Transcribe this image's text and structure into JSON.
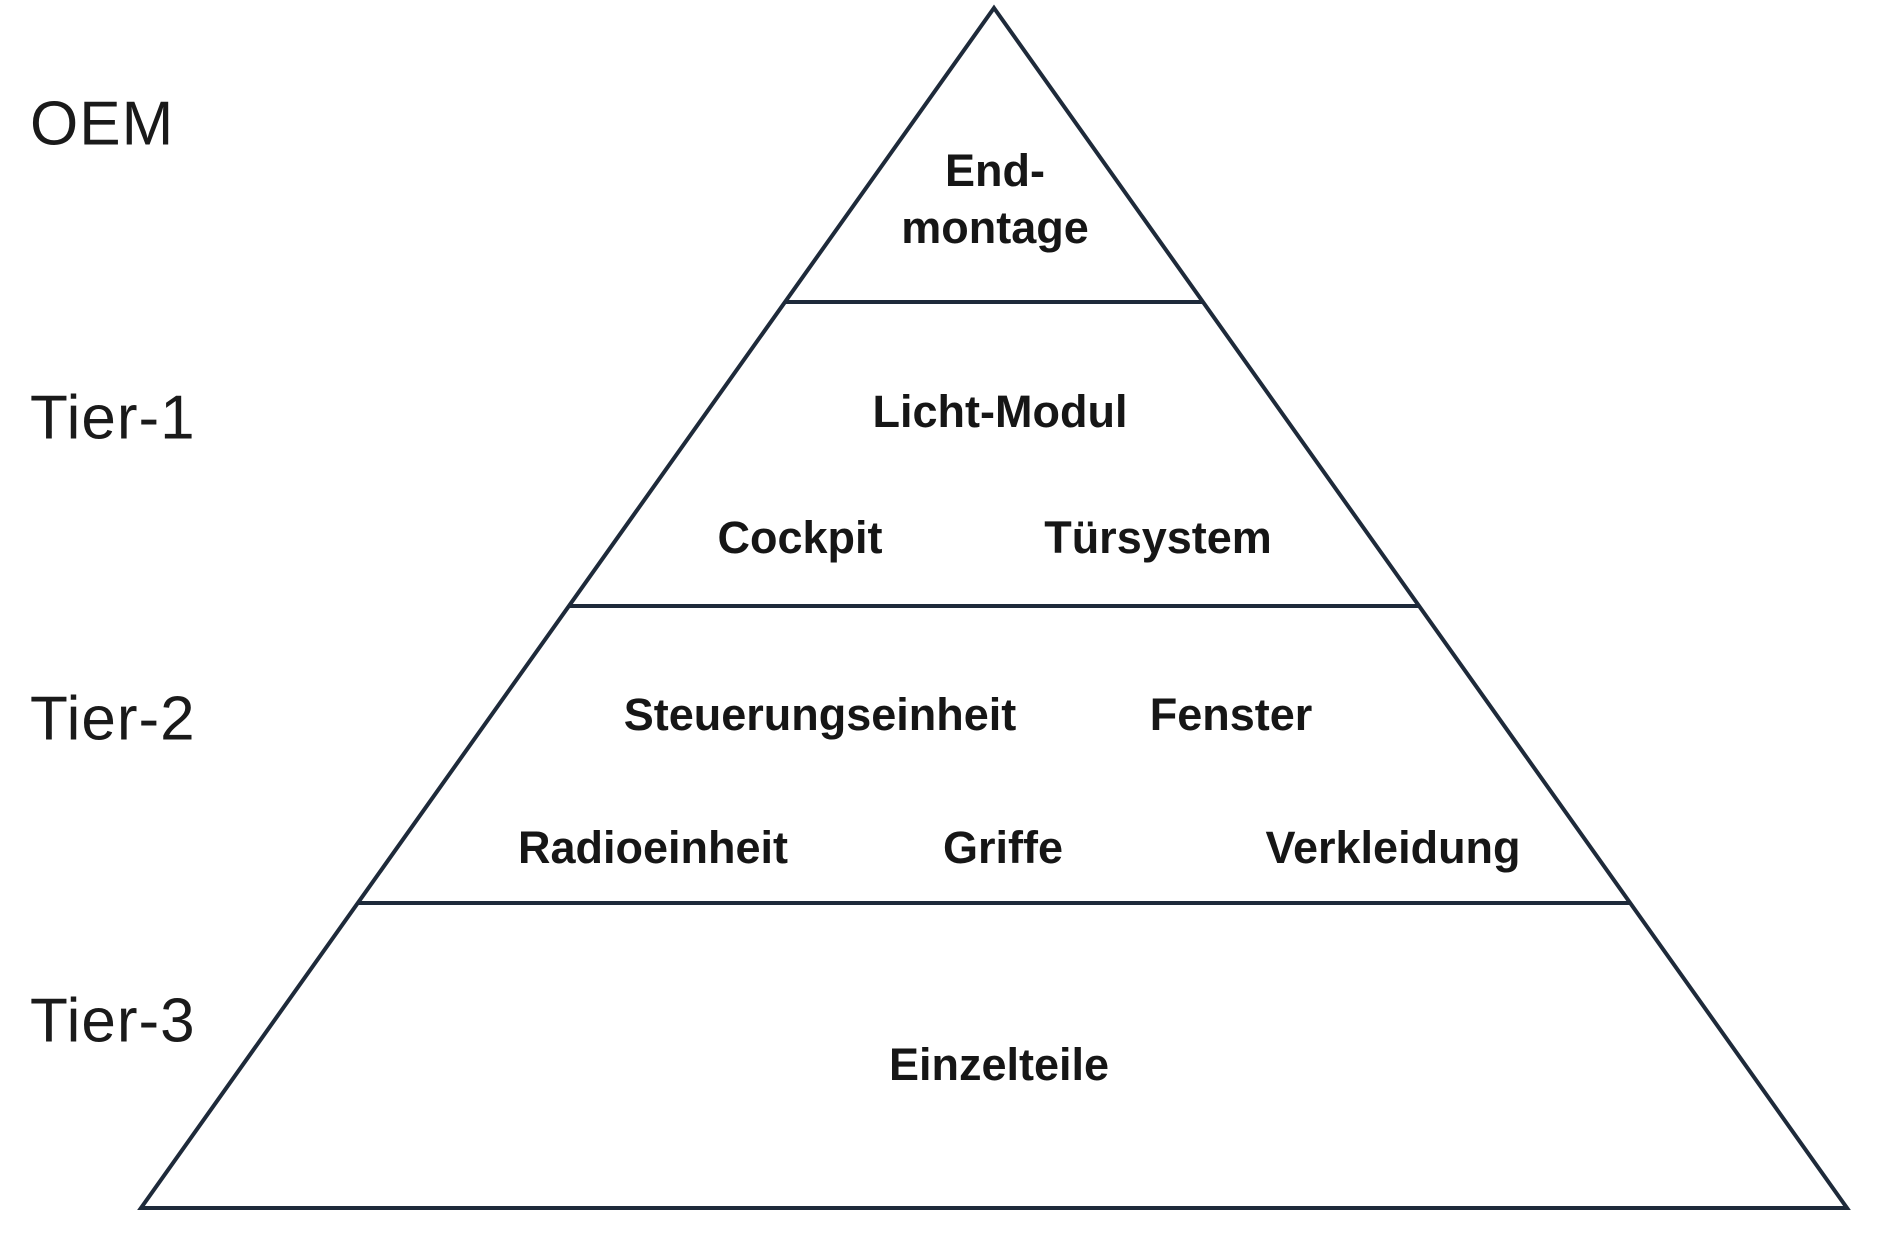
{
  "diagram_type": "supply-pyramid",
  "colors": {
    "line": "#1e2a3a",
    "side_label_text": "#1a1a1a",
    "tier_label_text": "#161616",
    "background": "#ffffff"
  },
  "side_labels": [
    {
      "id": "oem",
      "label": "OEM"
    },
    {
      "id": "tier-1",
      "label": "Tier-1"
    },
    {
      "id": "tier-2",
      "label": "Tier-2"
    },
    {
      "id": "tier-3",
      "label": "Tier-3"
    }
  ],
  "pyramid": {
    "levels": [
      {
        "name": "OEM",
        "labels": {
          "endmontage": "End-\nmontage"
        }
      },
      {
        "name": "Tier-1",
        "labels": {
          "licht_modul": "Licht-Modul",
          "cockpit": "Cockpit",
          "tuersystem": "Türsystem"
        }
      },
      {
        "name": "Tier-2",
        "labels": {
          "steuerungseinheit": "Steuerungseinheit",
          "fenster": "Fenster",
          "radioeinheit": "Radioeinheit",
          "griffe": "Griffe",
          "verkleidung": "Verkleidung"
        }
      },
      {
        "name": "Tier-3",
        "labels": {
          "einzelteile": "Einzelteile"
        }
      }
    ]
  }
}
